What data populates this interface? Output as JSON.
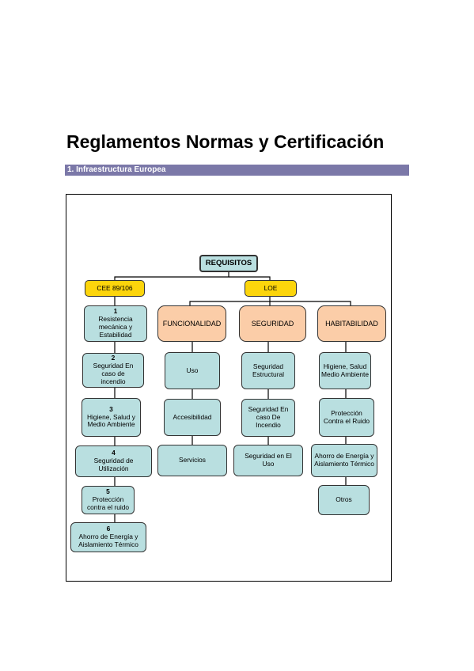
{
  "title": "Reglamentos Normas y Certificación",
  "section": "1. Infraestructura Europea",
  "diagram": {
    "root": "REQUISITOS",
    "cee": {
      "label": "CEE 89/106",
      "items": [
        {
          "num": "1",
          "text": "Resistencia mecánica y Estabilidad"
        },
        {
          "num": "2",
          "text": "Seguridad En caso de incendio"
        },
        {
          "num": "3",
          "text": "Higiene, Salud y Medio Ambiente"
        },
        {
          "num": "4",
          "text": "Seguridad de Utilización"
        },
        {
          "num": "5",
          "text": "Protección contra el ruido"
        },
        {
          "num": "6",
          "text": "Ahorro de Energía y Aislamiento Térmico"
        }
      ]
    },
    "loe": {
      "label": "LOE",
      "funcionalidad": {
        "label": "FUNCIONALIDAD",
        "items": [
          "Uso",
          "Accesibilidad",
          "Servicios"
        ]
      },
      "seguridad": {
        "label": "SEGURIDAD",
        "items": [
          "Seguridad Estructural",
          "Seguridad En caso De Incendio",
          "Seguridad en El Uso"
        ]
      },
      "habitabilidad": {
        "label": "HABITABILIDAD",
        "items": [
          "Higiene, Salud Medio Ambiente",
          "Protección Contra el Ruido",
          "Ahorro de Energía y Aislamiento Térmico",
          "Otros"
        ]
      }
    }
  }
}
